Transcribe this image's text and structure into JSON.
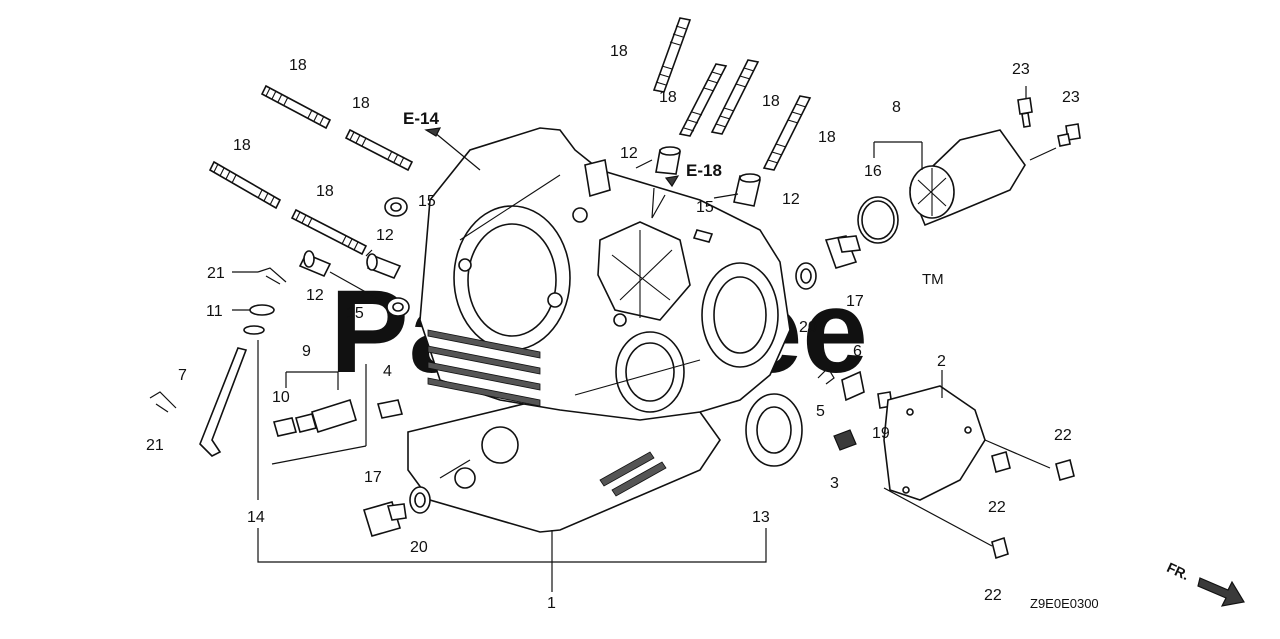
{
  "diagram": {
    "watermark": "PartsTree",
    "trademark": "TM",
    "drawing_code": "Z9E0E0300",
    "front_marker": "FR.",
    "refs": {
      "e14": "E-14",
      "e18": "E-18"
    },
    "callouts": {
      "c1": "1",
      "c2": "2",
      "c3": "3",
      "c4": "4",
      "c5": "5",
      "c6": "6",
      "c7": "7",
      "c8": "8",
      "c9": "9",
      "c10": "10",
      "c11": "11",
      "c12a": "12",
      "c12b": "12",
      "c12c": "12",
      "c12d": "12",
      "c13": "13",
      "c14": "14",
      "c15a": "15",
      "c15b": "15",
      "c15c": "15",
      "c16": "16",
      "c17a": "17",
      "c17b": "17",
      "c18a": "18",
      "c18b": "18",
      "c18c": "18",
      "c18d": "18",
      "c18e": "18",
      "c18f": "18",
      "c18g": "18",
      "c18h": "18",
      "c19": "19",
      "c20a": "20",
      "c20b": "20",
      "c21a": "21",
      "c21b": "21",
      "c22a": "22",
      "c22b": "22",
      "c22c": "22",
      "c23a": "23",
      "c23b": "23"
    }
  }
}
